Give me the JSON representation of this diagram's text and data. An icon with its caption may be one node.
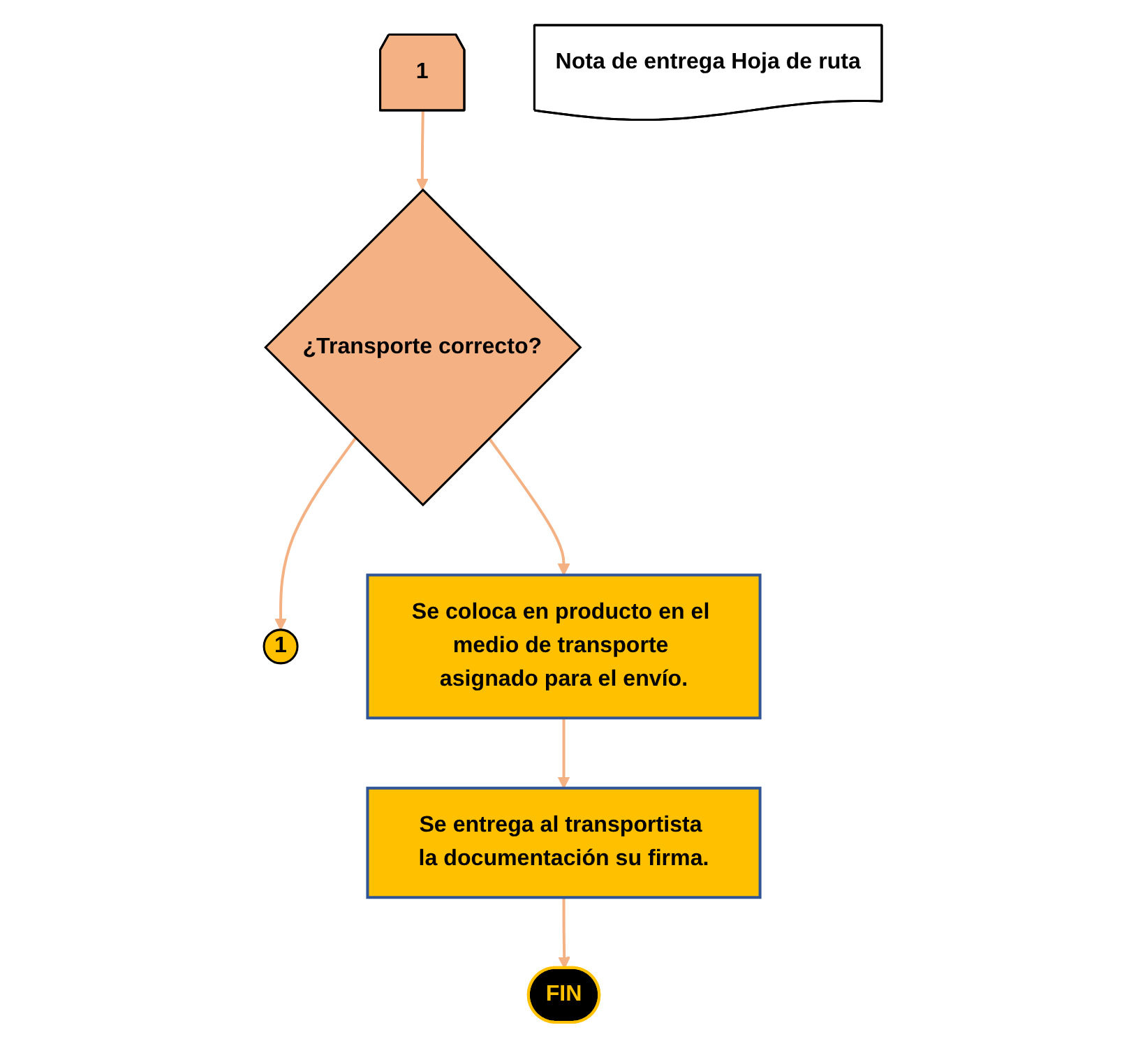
{
  "diagram": {
    "nodes": [
      {
        "text": [
          "1"
        ]
      },
      {
        "text": [
          "¿Transporte correcto?"
        ]
      },
      {
        "text": [
          "1"
        ]
      },
      {
        "text": [
          "Se coloca en producto en el medio de transporte asignado para el envío."
        ]
      },
      {
        "text": [
          "Se entrega al transportista la documentación su firma."
        ]
      },
      {
        "text": [
          "Nota de entrega Hoja de ruta"
        ]
      },
      {
        "text": [
          "FIN"
        ]
      }
    ],
    "edges": [
      {
        "from": 0,
        "to": 1,
        "arrow": "to"
      },
      {
        "from": 1,
        "to": 2,
        "arrow": "to"
      },
      {
        "from": 1,
        "to": 3,
        "arrow": "to"
      },
      {
        "from": 3,
        "to": 4,
        "arrow": "to"
      },
      {
        "from": 4,
        "to": 6,
        "arrow": "to"
      }
    ]
  }
}
